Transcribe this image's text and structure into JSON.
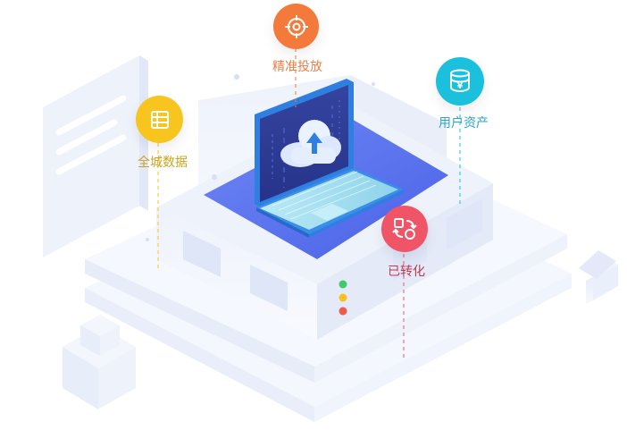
{
  "features": [
    {
      "label": "精准投放",
      "icon": "crosshair-target-icon",
      "color": "#f37a3a",
      "text_color": "#e8804a"
    },
    {
      "label": "用户资产",
      "icon": "coin-stack-icon",
      "color": "#1bc0dd",
      "text_color": "#2aa6c8"
    },
    {
      "label": "全城数据",
      "icon": "data-list-icon",
      "color": "#f7c51e",
      "text_color": "#c8a520"
    },
    {
      "label": "已转化",
      "icon": "conversion-cycle-icon",
      "color": "#f05567",
      "text_color": "#c0384a"
    }
  ],
  "colors": {
    "platform_top": "#eef2fb",
    "platform_side": "#e3e9f8",
    "screen": "#2c3a97",
    "laptop_frame": "#3a8de8",
    "keyboard": "#a9e2f0",
    "panel": "#5b74f1"
  }
}
